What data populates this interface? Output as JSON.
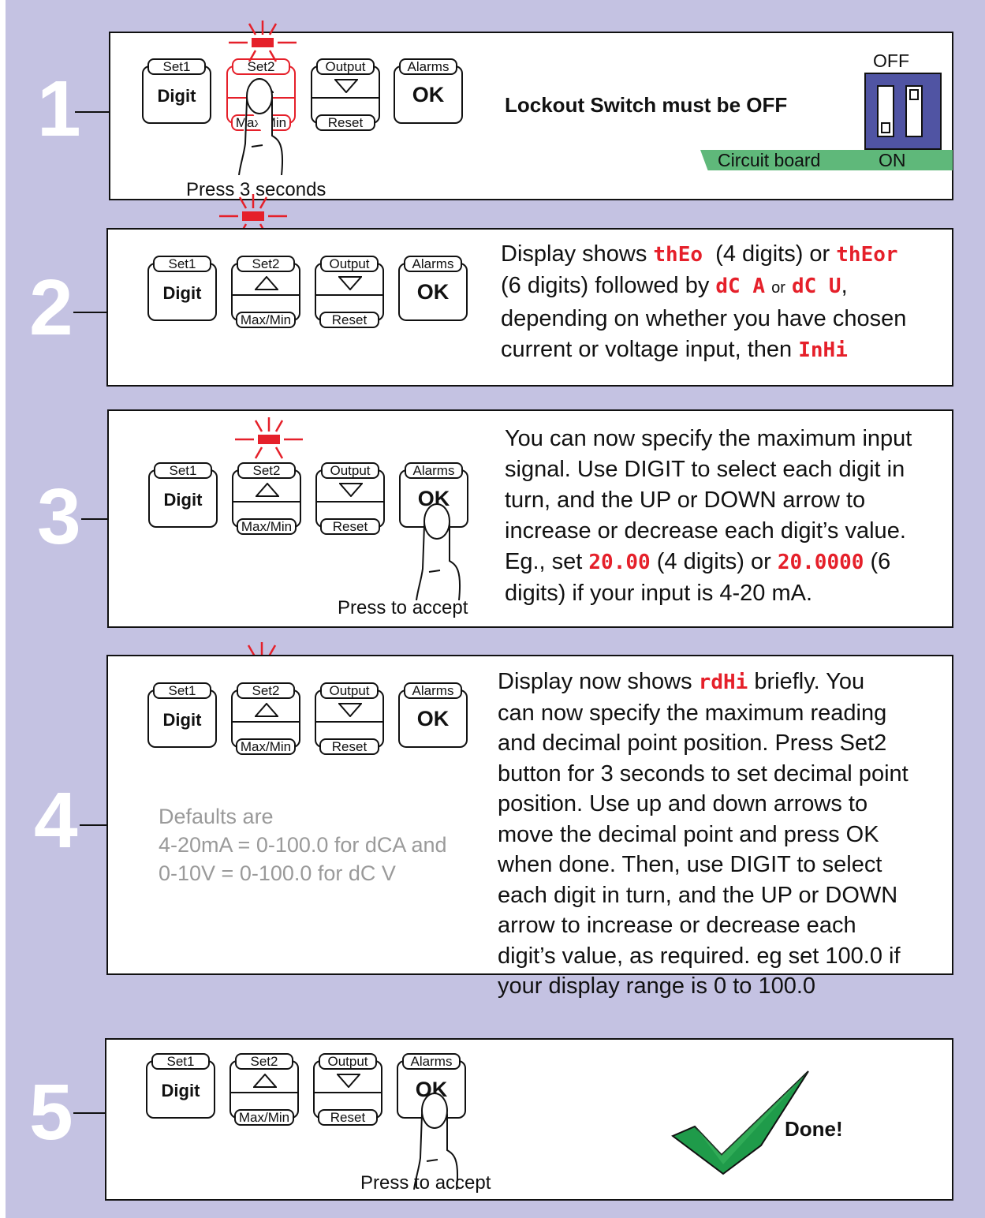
{
  "buttons": {
    "set1_top": "Set1",
    "set1_main": "Digit",
    "set2_top": "Set2",
    "set2_bottom": "Max/Min",
    "output_top": "Output",
    "output_bottom": "Reset",
    "alarms_top": "Alarms",
    "alarms_main": "OK"
  },
  "steps": [
    {
      "number": "1",
      "heading": "Lockout Switch must be OFF",
      "caption": "Press 3 seconds",
      "switch_off": "OFF",
      "switch_on": "ON",
      "board_label": "Circuit board"
    },
    {
      "number": "2",
      "t1": "Display shows",
      "d1": "thEo",
      "t2": "(4 digits) or",
      "d2": "thEor",
      "t3": "(6 digits) followed by",
      "d3": "dC A",
      "t4": "or",
      "d4": "dC U",
      "t5": "depending on whether you have chosen",
      "t6": "current or voltage input, then",
      "d5": "InHi"
    },
    {
      "number": "3",
      "l1": "You can now specify the maximum input",
      "l2": "signal. Use DIGIT to select each digit in",
      "l3": "turn, and the UP or DOWN arrow to",
      "l4": "increase or decrease each digit’s value.",
      "l5a": "Eg., set",
      "d1": "20.00",
      "l5b": "(4 digits) or",
      "d2": "20.0000",
      "l5c": "(6",
      "l6": "digits) if your input is 4-20 mA.",
      "caption": "Press to accept"
    },
    {
      "number": "4",
      "l1a": "Display now shows",
      "d1": "rdHi",
      "l1b": "briefly. You",
      "l2": "can now specify the maximum reading",
      "l3": "and decimal point position. Press Set2",
      "l4": "button for 3 seconds to set decimal point",
      "l5": "position. Use up and down arrows to",
      "l6": "move the decimal point and press OK",
      "l7": "when done. Then, use DIGIT to select",
      "l8": "each digit in turn, and the UP or DOWN",
      "l9": "arrow to increase or decrease each",
      "l10": "digit’s value, as required. eg set 100.0 if",
      "l11": "your display range is 0 to 100.0",
      "defaults": [
        "Defaults are",
        "4-20mA = 0-100.0 for dCA and",
        "0-10V = 0-100.0 for dC V"
      ]
    },
    {
      "number": "5",
      "caption": "Press to accept",
      "done": "Done!"
    }
  ],
  "colors": {
    "background": "#c4c2e2",
    "accent_red": "#e5202a",
    "board_green": "#5fb87a",
    "switch_blue": "#5054a3",
    "check_green": "#1f9b4a"
  }
}
